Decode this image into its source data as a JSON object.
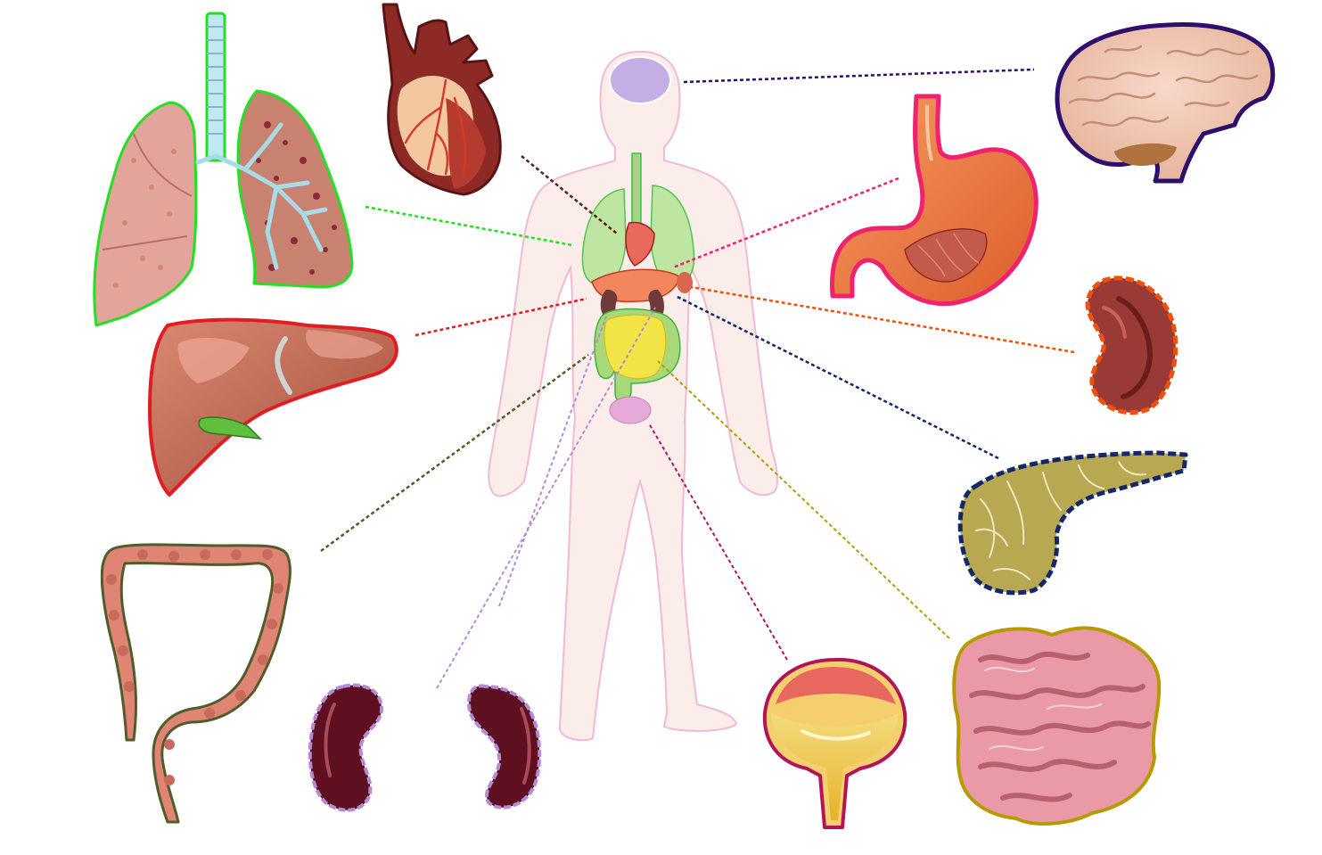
{
  "diagram": {
    "kind": "anatomy-organ-map",
    "background": "#ffffff",
    "body_fill": "#fbeeea",
    "body_stroke": "#f3b9cf",
    "organs": [
      {
        "id": "brain",
        "icon": "brain-icon",
        "color": "#2e0f6e"
      },
      {
        "id": "lungs",
        "icon": "lungs-icon",
        "color": "#22e022"
      },
      {
        "id": "heart",
        "icon": "heart-icon",
        "color": "#5b1f1f"
      },
      {
        "id": "stomach",
        "icon": "stomach-icon",
        "color": "#f0226e"
      },
      {
        "id": "liver",
        "icon": "liver-icon",
        "color": "#e11d24"
      },
      {
        "id": "spleen",
        "icon": "spleen-icon",
        "color": "#f0500a"
      },
      {
        "id": "pancreas",
        "icon": "pancreas-icon",
        "color": "#13286b"
      },
      {
        "id": "large-intestine",
        "icon": "large-intestine-icon",
        "color": "#4f5d2a"
      },
      {
        "id": "kidneys",
        "icon": "kidneys-icon",
        "color": "#b58ad8"
      },
      {
        "id": "bladder",
        "icon": "bladder-icon",
        "color": "#b2145a"
      },
      {
        "id": "small-intestine",
        "icon": "small-intestine-icon",
        "color": "#b79a00"
      }
    ]
  }
}
